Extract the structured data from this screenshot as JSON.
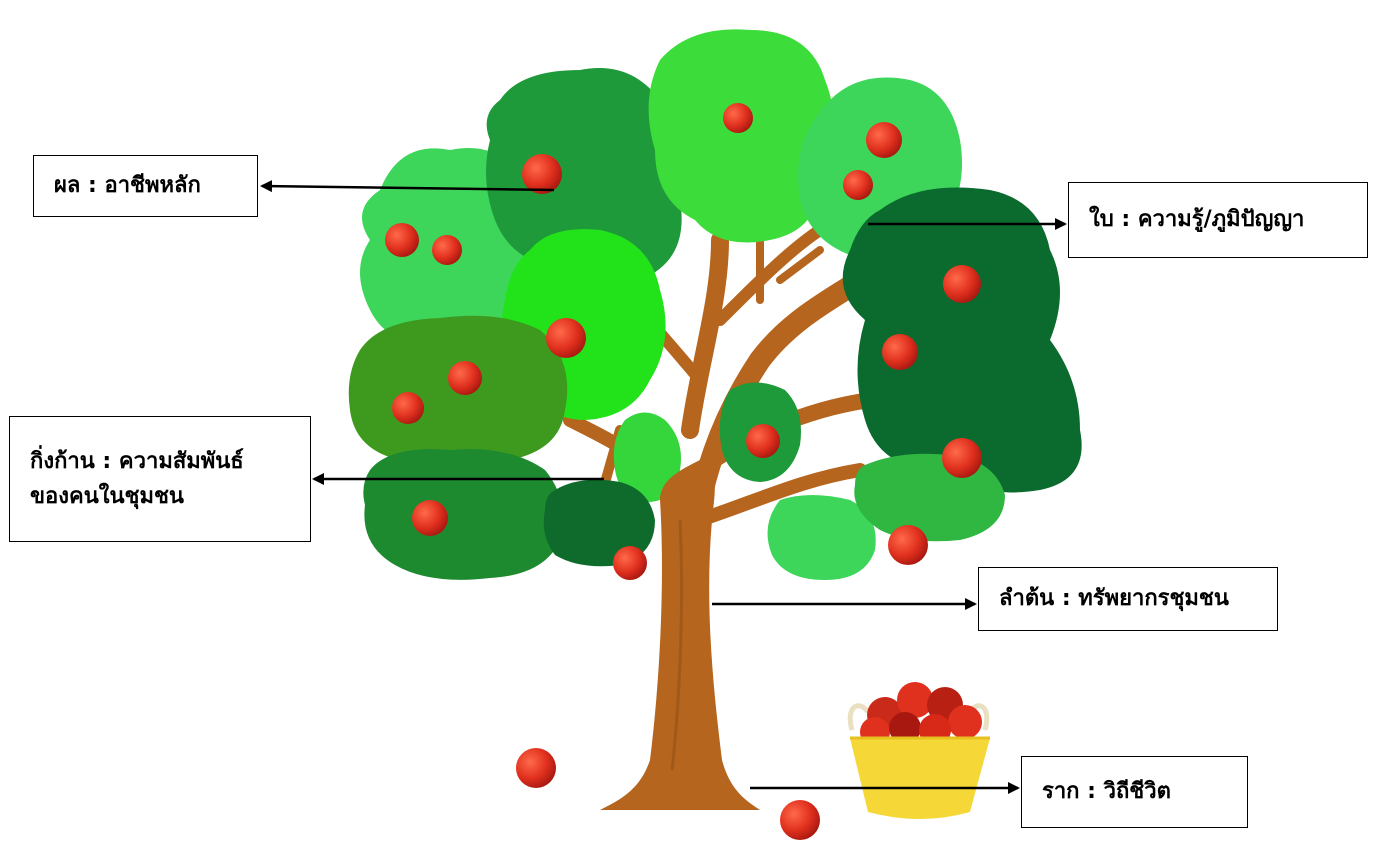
{
  "labels": {
    "fruit": "ผล : อาชีพหลัก",
    "leaves": "ใบ : ความรู้/ภูมิปัญญา",
    "branches_line1": "กิ่งก้าน : ความสัมพันธ์",
    "branches_line2": "ของคนในชุมชน",
    "trunk": "ลำต้น : ทรัพยากรชุมชน",
    "roots": "ราก : วิถีชีวิต"
  },
  "colors": {
    "trunk": "#b5651d",
    "apple": "#e0301e",
    "leaf_light": "#3dd65a",
    "leaf_bright": "#22e31a",
    "leaf_mid": "#1f9a3a",
    "leaf_dark": "#0b6b2f",
    "leaf_olive": "#3e9a1e",
    "basket": "#f5d838"
  },
  "icons": [
    "apple-icon",
    "basket-icon",
    "arrow-icon"
  ]
}
